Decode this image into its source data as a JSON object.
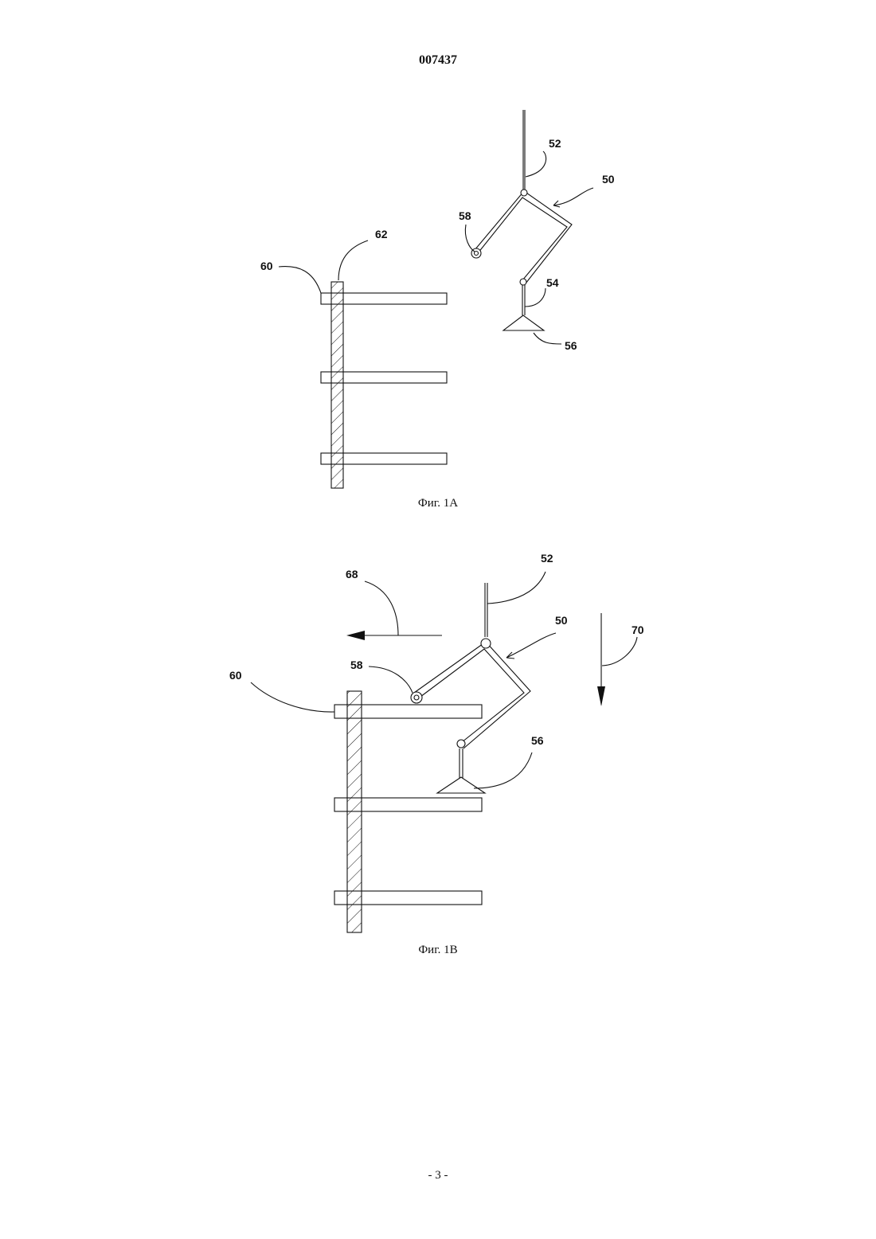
{
  "header": {
    "doc_number": "007437"
  },
  "fig1a": {
    "caption": "Фиг. 1A",
    "labels": {
      "l52": "52",
      "l50": "50",
      "l58": "58",
      "l62": "62",
      "l60": "60",
      "l54": "54",
      "l56": "56"
    }
  },
  "fig1b": {
    "caption": "Фиг. 1B",
    "labels": {
      "l52": "52",
      "l68": "68",
      "l50": "50",
      "l70": "70",
      "l58": "58",
      "l60": "60",
      "l56": "56"
    }
  },
  "footer": {
    "page_number": "- 3 -"
  }
}
